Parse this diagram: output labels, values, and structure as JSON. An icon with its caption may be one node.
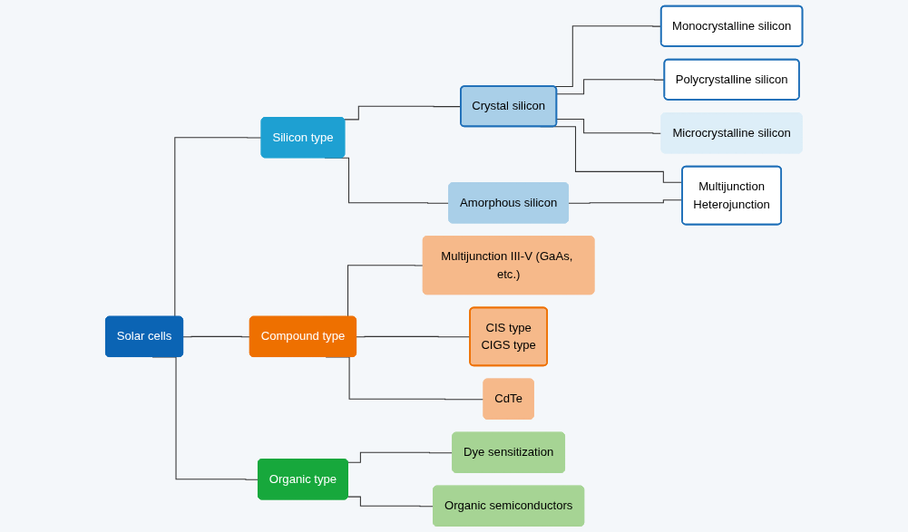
{
  "diagram": {
    "nodes": [
      {
        "text": [
          "Solar cells"
        ]
      },
      {
        "text": [
          "Silicon type"
        ]
      },
      {
        "text": [
          "Compound type"
        ]
      },
      {
        "text": [
          "Organic type"
        ]
      },
      {
        "text": [
          "Crystal silicon"
        ]
      },
      {
        "text": [
          "Amorphous silicon"
        ]
      },
      {
        "text": [
          "Multijunction III-V (GaAs, etc.)"
        ]
      },
      {
        "text": [
          "CIS type",
          "CIGS type"
        ]
      },
      {
        "text": [
          "CdTe"
        ]
      },
      {
        "text": [
          "Dye sensitization"
        ]
      },
      {
        "text": [
          "Organic semiconductors"
        ]
      },
      {
        "text": [
          "Monocrystalline silicon"
        ]
      },
      {
        "text": [
          "Polycrystalline silicon"
        ]
      },
      {
        "text": [
          "Microcrystalline silicon"
        ]
      },
      {
        "text": [
          "Multijunction",
          "Heterojunction"
        ]
      }
    ],
    "edges": [
      {
        "from": 0,
        "to": 1,
        "arrow": "none"
      },
      {
        "from": 0,
        "to": 2,
        "arrow": "none"
      },
      {
        "from": 0,
        "to": 3,
        "arrow": "none"
      },
      {
        "from": 1,
        "to": 4,
        "arrow": "none"
      },
      {
        "from": 1,
        "to": 5,
        "arrow": "none"
      },
      {
        "from": 2,
        "to": 6,
        "arrow": "none"
      },
      {
        "from": 2,
        "to": 7,
        "arrow": "none"
      },
      {
        "from": 2,
        "to": 8,
        "arrow": "none"
      },
      {
        "from": 3,
        "to": 9,
        "arrow": "none"
      },
      {
        "from": 3,
        "to": 10,
        "arrow": "none"
      },
      {
        "from": 4,
        "to": 11,
        "arrow": "none"
      },
      {
        "from": 4,
        "to": 12,
        "arrow": "none"
      },
      {
        "from": 4,
        "to": 13,
        "arrow": "none"
      },
      {
        "from": 4,
        "to": 14,
        "arrow": "none"
      },
      {
        "from": 5,
        "to": 14,
        "arrow": "none"
      }
    ]
  }
}
